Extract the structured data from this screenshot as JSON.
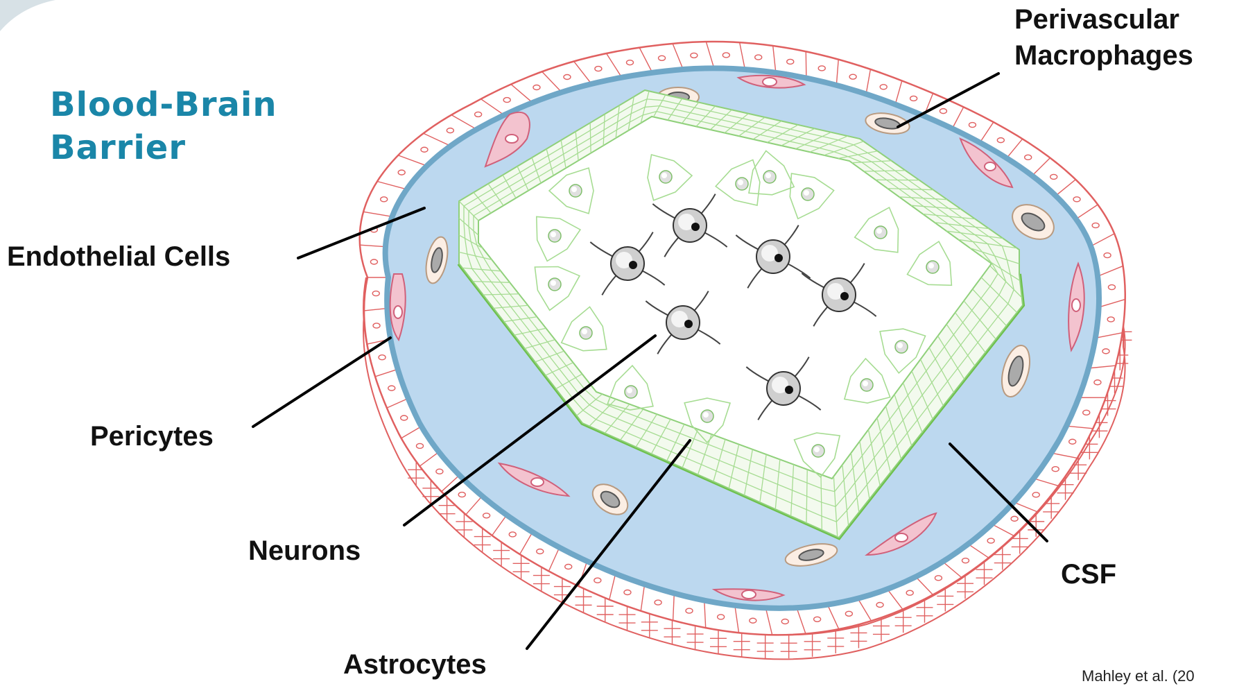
{
  "title": {
    "line1": "Blood-Brain",
    "line2": "Barrier",
    "color": "#1a86a8"
  },
  "labels": {
    "endothelial": "Endothelial Cells",
    "pericytes": "Pericytes",
    "neurons": "Neurons",
    "astrocytes": "Astrocytes",
    "macrophages_line1": "Perivascular",
    "macrophages_line2": "Macrophages",
    "csf": "CSF"
  },
  "citation": "Mahley et al. (20",
  "colors": {
    "endothelium": "#e06060",
    "basement_membrane": "#6fa7c7",
    "csf_fill": "#bcd8ef",
    "pericyte": "#f3c3cf",
    "astrocyte_wall": "#8fd07a",
    "astrocyte_edge": "#6cc04a",
    "macrophage": "#fbeee4",
    "neuron": "#444444"
  }
}
